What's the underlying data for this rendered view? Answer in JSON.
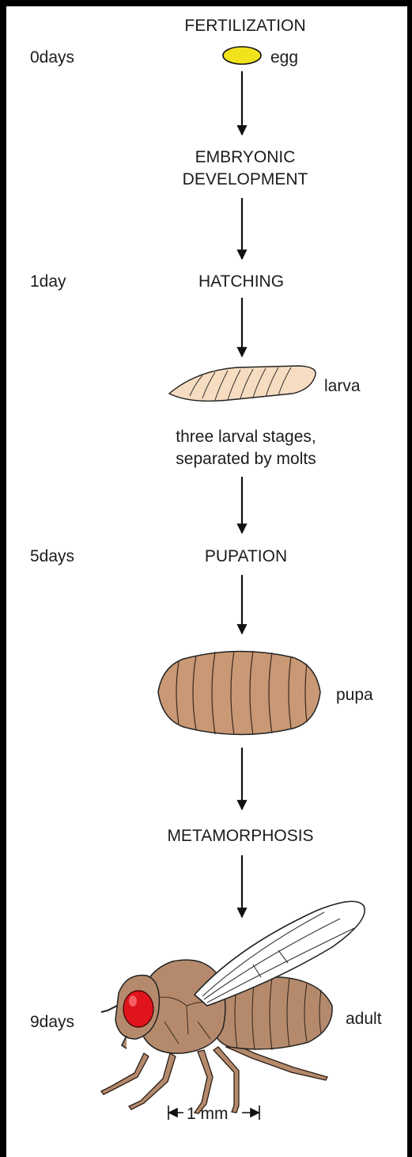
{
  "timeline": [
    {
      "id": "t0",
      "label": "0days"
    },
    {
      "id": "t1",
      "label": "1day"
    },
    {
      "id": "t5",
      "label": "5days"
    },
    {
      "id": "t9",
      "label": "9days"
    }
  ],
  "stages": {
    "fertilization": "FERTILIZATION",
    "egg": "egg",
    "embryonic_1": "EMBRYONIC",
    "embryonic_2": "DEVELOPMENT",
    "hatching": "HATCHING",
    "larva": "larva",
    "larval_note_1": "three larval stages,",
    "larval_note_2": "separated by molts",
    "pupation": "PUPATION",
    "pupa": "pupa",
    "metamorphosis": "METAMORPHOSIS",
    "adult": "adult"
  },
  "scale_bar": "1 mm",
  "colors": {
    "egg": "#f1e21c",
    "larva": "#f6dcc0",
    "pupa": "#c99874",
    "fly_body": "#b58a6c",
    "eye": "#e0141c"
  }
}
